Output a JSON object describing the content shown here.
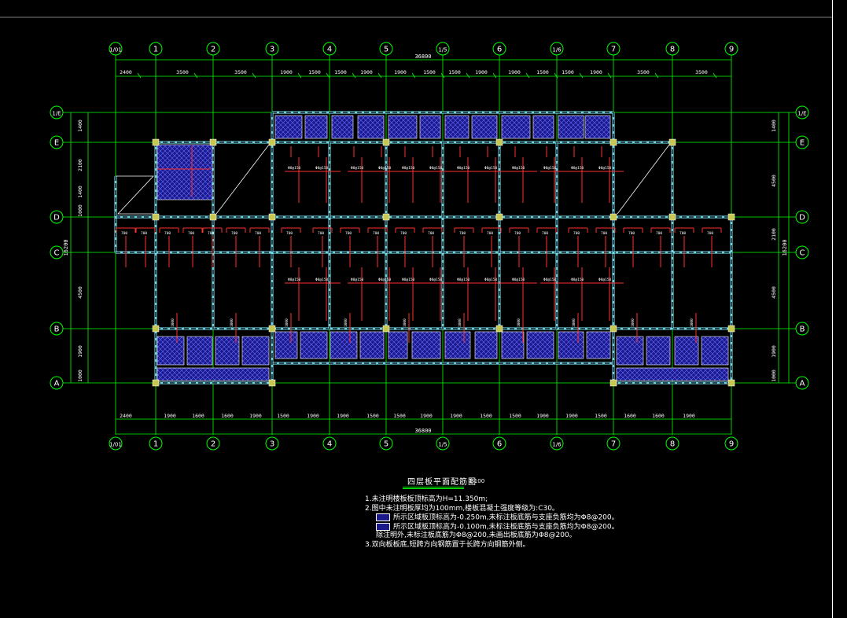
{
  "drawing": {
    "title": "四层板平面配筋图",
    "scale": "1:100",
    "total_dimension": "36800",
    "total_height_dimension": "16200",
    "top_axes": [
      "1/01",
      "1",
      "2",
      "3",
      "4",
      "5",
      "1/5",
      "6",
      "1/6",
      "7",
      "8",
      "9"
    ],
    "bottom_axes": [
      "1/01",
      "1",
      "2",
      "3",
      "4",
      "5",
      "1/5",
      "6",
      "1/6",
      "7",
      "8",
      "9"
    ],
    "row_axes_left": [
      "1/E",
      "E",
      "D",
      "C",
      "B",
      "A"
    ],
    "row_axes_right": [
      "1/E",
      "E",
      "D",
      "C",
      "B",
      "A"
    ],
    "top_dims": [
      "2400",
      "3500",
      "3500",
      "1900",
      "1500",
      "1500",
      "1900",
      "1900",
      "1500",
      "1500",
      "1900",
      "1900",
      "1500",
      "1500",
      "1900",
      "3500",
      "3500"
    ],
    "bottom_dims": [
      "2400",
      "1900",
      "1600",
      "1600",
      "1900",
      "1500",
      "1900",
      "1900",
      "1500",
      "1500",
      "1900",
      "1900",
      "1500",
      "1500",
      "1900",
      "1900",
      "1500",
      "1600",
      "1600",
      "1900"
    ],
    "left_dims": [
      "1400",
      "2100",
      "1400",
      "1000",
      "4500",
      "1900",
      "1000"
    ],
    "right_dims": [
      "1400",
      "4500",
      "2100",
      "4500",
      "1900",
      "1000"
    ],
    "rebar_label_a": "Φ8@150",
    "rebar_label_b": "1000",
    "rebar_label_c": "700"
  },
  "notes": [
    "1.未注明楼板板顶标高为H=11.350m;",
    "2.图中未注明板厚均为100mm,楼板混凝土强度等级为:C30。",
    "所示区域板顶标高为-0.250m,未标注板底筋与支座负筋均为Φ8@200。",
    "所示区域板顶标高为-0.100m,未标注板底筋与支座负筋均为Φ8@200。",
    "除注明外,未标注板底筋为Φ8@200,未画出板底筋为Φ8@200。",
    "3.双向板板底,短跨方向钢筋置于长跨方向钢筋外侧。"
  ],
  "colors": {
    "grid": "#00ff00",
    "beam": "#7fe8ff",
    "rebar": "#ff3030",
    "column": "#c8c850",
    "hatch": "#1a1a8c",
    "text": "#ffffff"
  }
}
